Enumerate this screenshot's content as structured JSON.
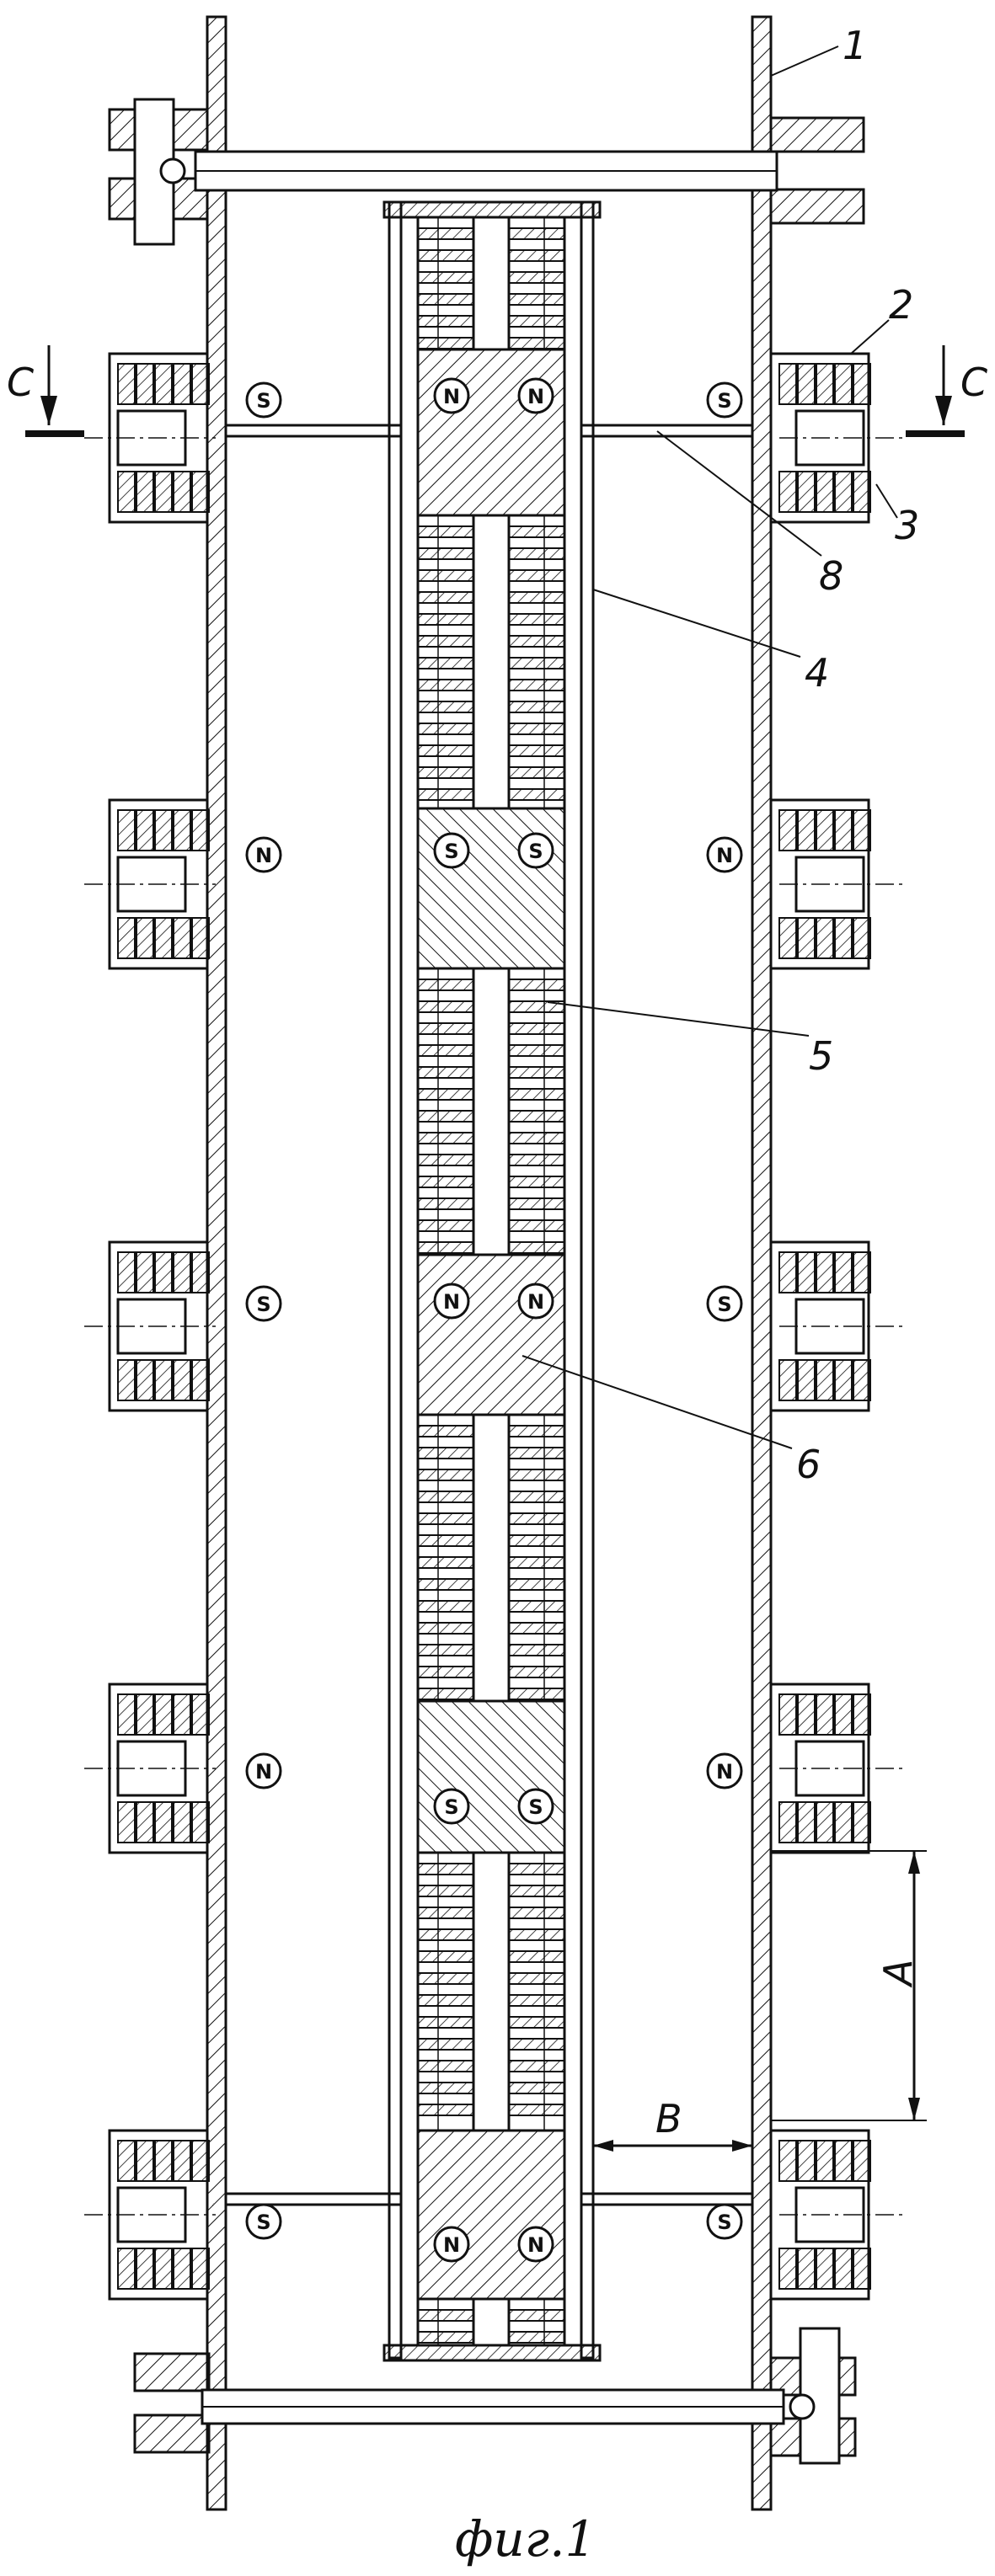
{
  "labels": {
    "ref_1": "1",
    "ref_2": "2",
    "ref_3": "3",
    "ref_4": "4",
    "ref_5": "5",
    "ref_6": "6",
    "ref_8": "8",
    "dim_a": "A",
    "dim_b": "B",
    "section_left": "C",
    "section_right": "C"
  },
  "poles": {
    "outer": [
      "S",
      "N",
      "S",
      "N",
      "S"
    ],
    "inner": [
      "N",
      "S",
      "N",
      "S",
      "N"
    ]
  },
  "caption": "фиг.1"
}
